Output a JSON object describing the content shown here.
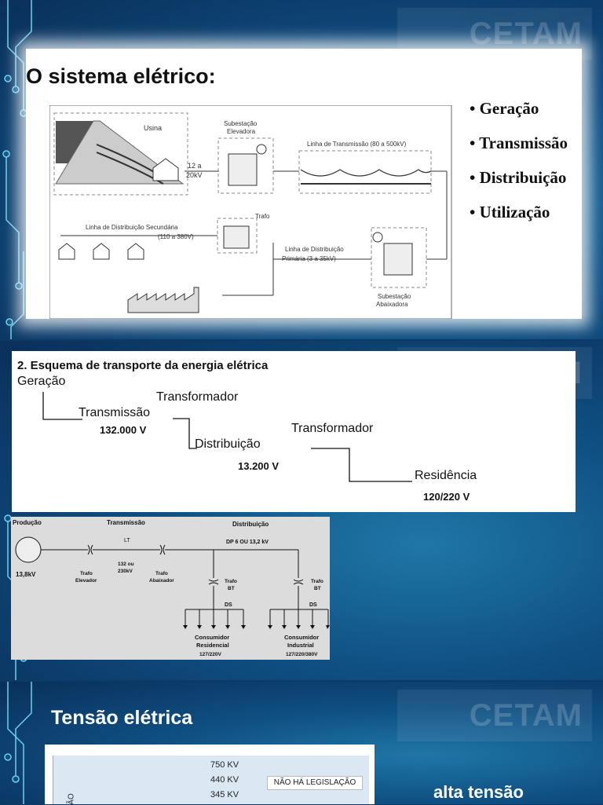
{
  "slide1": {
    "title": "O sistema elétrico:",
    "bullets": [
      "• Geração",
      "• Transmissão",
      "• Distribuição",
      "• Utilização"
    ],
    "diagram": {
      "usina": "Usina",
      "sub_elev_1": "Subestação",
      "sub_elev_2": "Elevadora",
      "voltage_1": "12 a",
      "voltage_2": "20kV",
      "linha_trans": "Linha de Transmissão (80 a 500kV)",
      "trafo": "Trafo",
      "linha_sec_1": "Linha de Distribuição Secundária",
      "linha_sec_2": "(110 a 380V)",
      "linha_prim_1": "Linha de Distribuição",
      "linha_prim_2": "Primária (3 a 35kV)",
      "sub_abx_1": "Subestação",
      "sub_abx_2": "Abaixadora"
    }
  },
  "slide2": {
    "heading": "2. Esquema de transporte da energia elétrica",
    "geracao": "Geração",
    "transformador1": "Transformador",
    "transmissao": "Transmissão",
    "v_trans": "132.000 V",
    "distribuicao": "Distribuição",
    "v_dist": "13.200 V",
    "transformador2": "Transformador",
    "residencia": "Residência",
    "v_res": "120/220 V",
    "schematic": {
      "producao": "Produção",
      "transmissao": "Transmissão",
      "distribuicao": "Distribuição",
      "gen": "G",
      "gen_v": "13,8kV",
      "lt": "LT",
      "lt_v1": "132 ou",
      "lt_v2": "230kV",
      "trafo_elev_1": "Trafo",
      "trafo_elev_2": "Elevador",
      "trafo_abx_1": "Trafo",
      "trafo_abx_2": "Abaixador",
      "dp": "DP  6 OU 13,2 kV",
      "trafo_bt_1": "Trafo",
      "trafo_bt_2": "BT",
      "ds": "DS",
      "cons_res_1": "Consumidor",
      "cons_res_2": "Residencial",
      "cons_res_v": "127/220V",
      "cons_ind_1": "Consumidor",
      "cons_ind_2": "Industrial",
      "cons_ind_v": "127/220/380V"
    }
  },
  "slide3": {
    "title": "Tensão elétrica",
    "alta": "alta tensão",
    "kv": [
      "750 KV",
      "440 KV",
      "345 KV"
    ],
    "no_leg": "NÃO HÁ LEGISLAÇÃO",
    "vertical": "ÃO"
  },
  "watermark": "CETAM"
}
